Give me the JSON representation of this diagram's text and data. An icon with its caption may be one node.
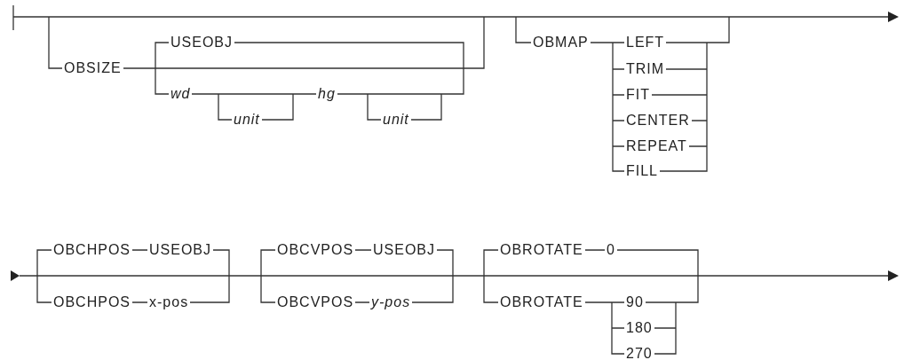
{
  "diagram": {
    "labels": [
      "OBSIZE",
      "USEOBJ",
      "wd",
      "unit",
      "hg",
      "unit",
      "OBMAP",
      "LEFT",
      "TRIM",
      "FIT",
      "CENTER",
      "REPEAT",
      "FILL",
      "OBCHPOS",
      "USEOBJ",
      "OBCHPOS",
      "x-pos",
      "OBCVPOS",
      "USEOBJ",
      "OBCVPOS",
      "y-pos",
      "OBROTATE",
      "0",
      "OBROTATE",
      "90",
      "180",
      "270"
    ]
  }
}
